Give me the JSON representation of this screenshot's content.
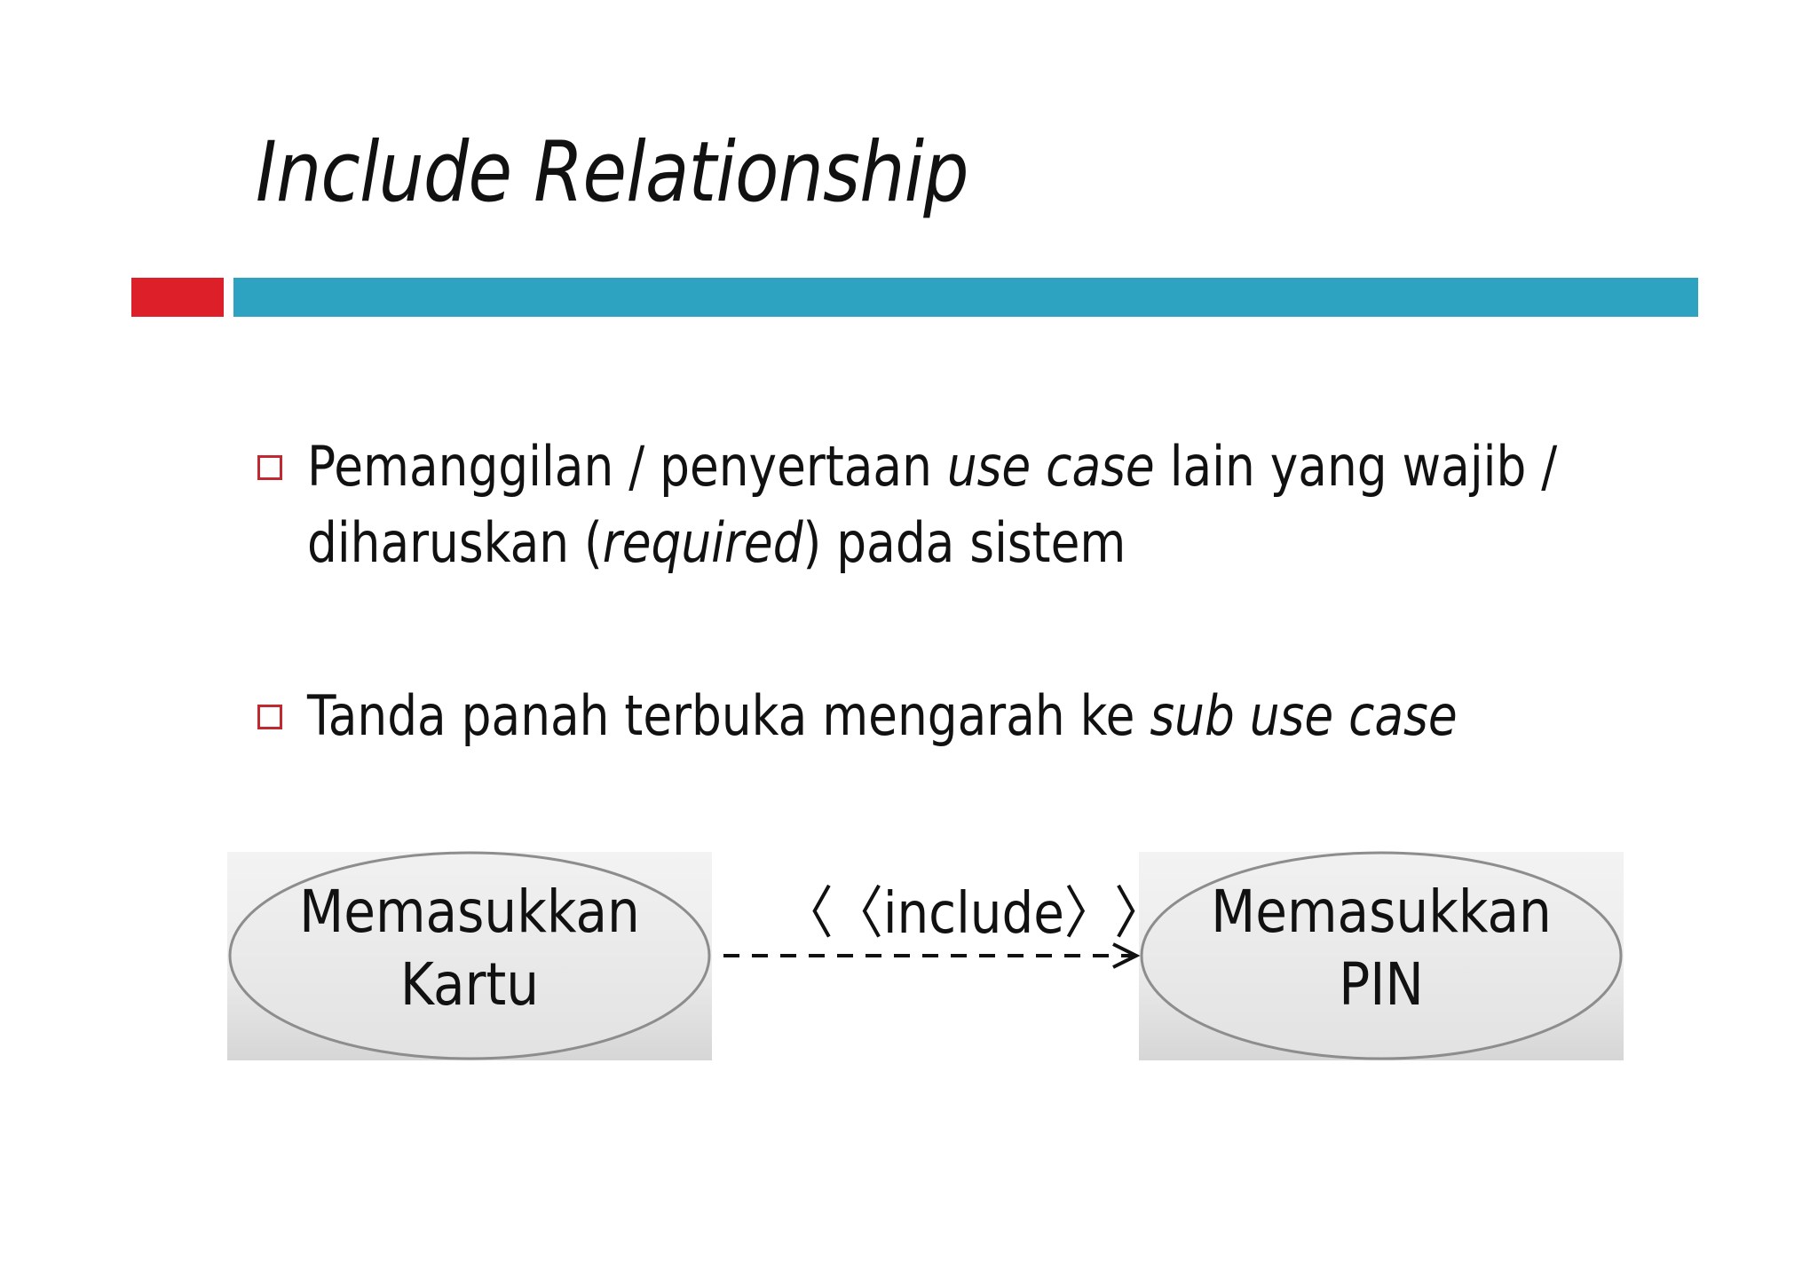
{
  "slide": {
    "title": "Include Relationship",
    "accent_colors": {
      "red": "#dd1f2a",
      "blue": "#2ea3c1"
    },
    "bullets": [
      {
        "parts": [
          {
            "text": "Pemanggilan / penyertaan ",
            "italic": false
          },
          {
            "text": "use case",
            "italic": true
          },
          {
            "text": " lain yang wajib / diharuskan (",
            "italic": false
          },
          {
            "text": "required",
            "italic": true
          },
          {
            "text": ") pada sistem",
            "italic": false
          }
        ]
      },
      {
        "parts": [
          {
            "text": "Tanda panah terbuka mengarah ke ",
            "italic": false
          },
          {
            "text": "sub use case",
            "italic": true
          }
        ]
      }
    ]
  },
  "diagram": {
    "use_case_left": {
      "line1": "Memasukkan",
      "line2": "Kartu"
    },
    "use_case_right": {
      "line1": "Memasukkan",
      "line2": "PIN"
    },
    "relationship_label": "〈〈include〉〉",
    "relationship_style": "dashed-open-arrow"
  }
}
